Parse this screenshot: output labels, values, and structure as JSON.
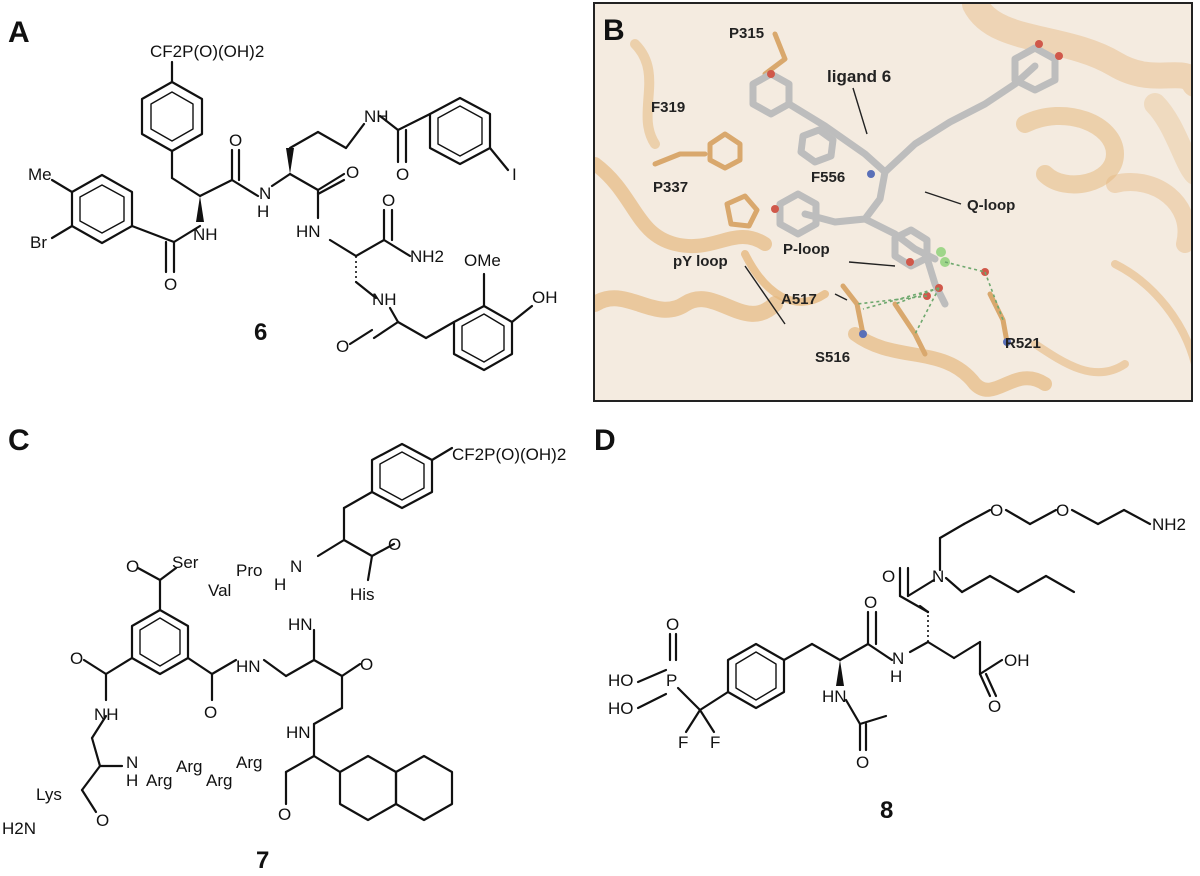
{
  "panels": {
    "a": {
      "label": "A",
      "compound_number": "6",
      "atoms": {
        "top_group": "CF2P(O)(OH)2",
        "me": "Me",
        "br": "Br",
        "i": "I",
        "nh_left": "NH",
        "nh_mid": "NH",
        "nh_upper": "N",
        "h_upper": "H",
        "nh_lower": "HN",
        "nh2": "NH2",
        "ome": "OMe",
        "oh": "OH",
        "nh_side": "NH",
        "o1": "O",
        "o2": "O",
        "o3": "O",
        "o4": "O",
        "o5": "O",
        "o6": "O"
      }
    },
    "b": {
      "label": "B",
      "labels": {
        "ligand": "ligand 6",
        "p315": "P315",
        "f319": "F319",
        "p337": "P337",
        "f556": "F556",
        "qloop": "Q-loop",
        "ploop": "P-loop",
        "pyloop": "pY loop",
        "a517": "A517",
        "s516": "S516",
        "r521": "R521"
      },
      "colors": {
        "ribbon": "#e6b980",
        "ligand_stick": "#bdbdbd",
        "oxygen": "#d0584a",
        "nitrogen": "#5a70b8",
        "fluorine": "#9fd68a",
        "hbond": "#6ea86e"
      }
    },
    "c": {
      "label": "C",
      "compound_number": "7",
      "atoms": {
        "top_group": "CF2P(O)(OH)2",
        "ser": "Ser",
        "val": "Val",
        "pro": "Pro",
        "n_pro": "N",
        "h_pro": "H",
        "his": "His",
        "hn_his": "HN",
        "nh_left": "NH",
        "hn_center": "HN",
        "hn_lower": "HN",
        "nh_arg": "N",
        "h_arg": "H",
        "arg1": "Arg",
        "arg2": "Arg",
        "arg3": "Arg",
        "arg4": "Arg",
        "lys": "Lys",
        "h2n": "H2N",
        "o1": "O",
        "o2": "O",
        "o3": "O",
        "o4": "O",
        "o5": "O",
        "o6": "O",
        "o7": "O"
      }
    },
    "d": {
      "label": "D",
      "compound_number": "8",
      "atoms": {
        "ho1": "HO",
        "ho2": "HO",
        "p": "P",
        "po": "O",
        "f1": "F",
        "f2": "F",
        "hn_ac": "HN",
        "o_ac": "O",
        "o_amide1": "O",
        "n_amide1": "N",
        "h_amide1": "H",
        "o_amide2": "O",
        "n_amide2": "N",
        "o_peg1": "O",
        "o_peg2": "O",
        "nh2": "NH2",
        "oh": "OH",
        "o_acid": "O"
      }
    }
  }
}
